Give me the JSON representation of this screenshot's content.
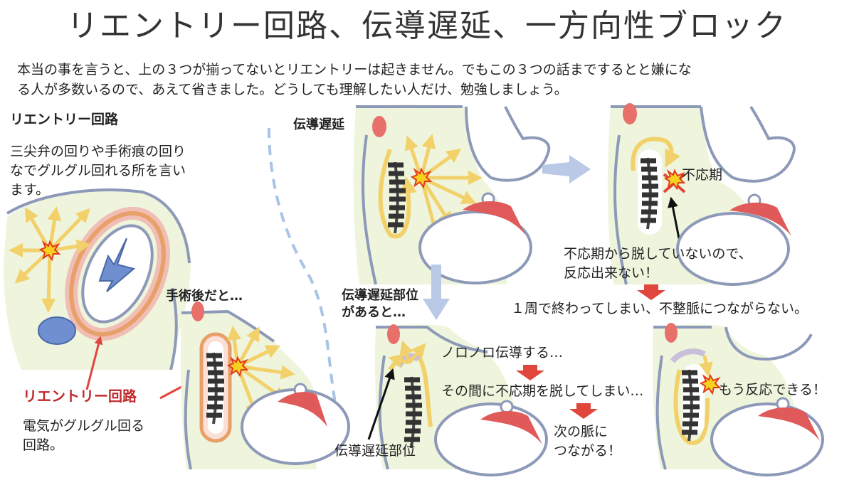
{
  "title": "リエントリー回路、伝導遅延、一方向性ブロック",
  "intro": [
    "本当の事を言うと、上の３つが揃ってないとリエントリーは起きません。でもこの３つの話までするとと嫌にな",
    "る人が多数いるので、あえて省きました。どうしても理解したい人だけ、勉強しましょう。"
  ],
  "left": {
    "heading": "リエントリー回路",
    "desc": [
      "三尖弁の回りや手術痕の回り",
      "なでグルグル回れる所を言い",
      "ます。"
    ],
    "circuit_label": "リエントリー回路",
    "circuit_desc": [
      "電気がグルグル回る",
      "回路。"
    ],
    "post_surgery": "手術後だと…"
  },
  "middle": {
    "delay_heading": "伝導遅延",
    "delay_site_heading": [
      "伝導遅延部位",
      "があると…"
    ],
    "delay_site_label": "伝導遅延部位",
    "slow_conduction": "ノロノロ伝導する…",
    "recover_refractory": "その間に不応期を脱してしまい…",
    "next_beat": [
      "次の脈に",
      "つながる！"
    ]
  },
  "right": {
    "refractory": "不応期",
    "cannot_respond": [
      "不応期から脱していないので、",
      "反応出来ない！"
    ],
    "ends_one_cycle": "１周で終わってしまい、不整脈につながらない。",
    "can_respond": "もう反応できる！"
  },
  "colors": {
    "heart_fill": "#eef5dc",
    "outline": "#8d99b8",
    "arrow": "#f2d06a",
    "circuit": "#e8a06a",
    "red_arrow": "#e0463c",
    "blue_arrow": "#b9c9e6",
    "red_text": "#c0282a",
    "sa_node": "#e8706a",
    "vessel": "#e05a5a",
    "scar_blue": "#6f8fd0"
  }
}
